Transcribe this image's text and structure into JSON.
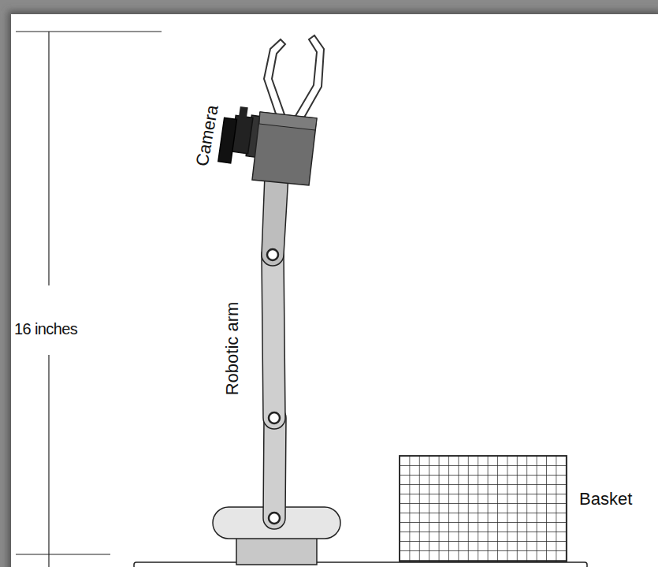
{
  "diagram": {
    "labels": [
      "16 inches",
      "Camera",
      "Robotic arm",
      "Basket"
    ]
  }
}
